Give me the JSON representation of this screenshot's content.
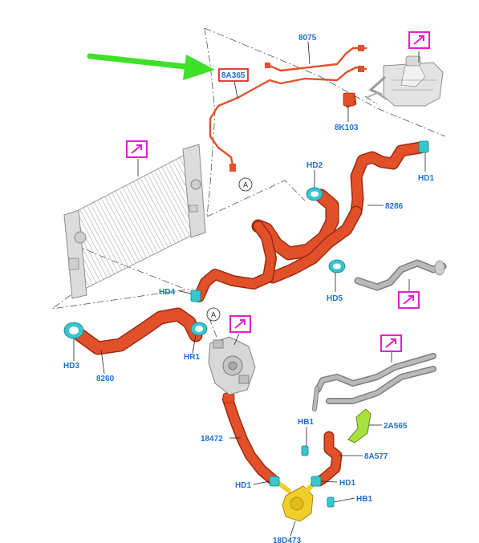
{
  "labels": {
    "p8075": "8075",
    "p8A365": "8A365",
    "p8K103": "8K103",
    "hd2": "HD2",
    "hd1_top": "HD1",
    "p8286": "8286",
    "hd4": "HD4",
    "hd5": "HD5",
    "hd3": "HD3",
    "p8260": "8260",
    "hr1": "HR1",
    "p18472": "18472",
    "hb1_mid": "HB1",
    "p2A565": "2A565",
    "p8A577": "8A577",
    "hd1_bl": "HD1",
    "hd1_br": "HD1",
    "hb1_bot": "HB1",
    "p18D473": "18D473"
  },
  "callouts": {
    "a_upper": "A",
    "a_lower": "A"
  },
  "colors": {
    "hose": "#e2502a",
    "clamp": "#38c6cf",
    "label": "#1f6fd1",
    "magenta": "#e21fd0",
    "arrow": "#3fe02a",
    "highlight": "#e21010",
    "pump": "#f0cf2c",
    "bracket": "#a8e040"
  },
  "icons": [
    "zoom-icon-reservoir",
    "zoom-icon-radiator",
    "zoom-icon-return-pipe",
    "zoom-icon-pump",
    "zoom-icon-heater-pipes"
  ]
}
